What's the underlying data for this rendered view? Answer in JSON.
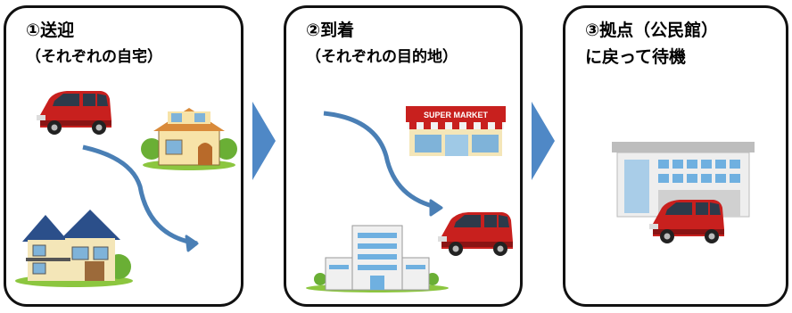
{
  "colors": {
    "arrow": "#4a7fb5",
    "chevron": "#4f88c6",
    "car": "#c8201e",
    "border": "#111111"
  },
  "steps": [
    {
      "title": "①送迎",
      "subtitle": "（それぞれの自宅）",
      "icons": [
        "minivan-icon",
        "house-icon",
        "house-icon",
        "curved-arrow-icon"
      ]
    },
    {
      "title": "②到着",
      "subtitle": "（それぞれの目的地）",
      "supermarket_sign": "SUPER MARKET",
      "icons": [
        "supermarket-icon",
        "hospital-icon",
        "minivan-icon",
        "curved-arrow-icon"
      ]
    },
    {
      "title": "③拠点（公民館）",
      "subtitle": "に戻って待機",
      "icons": [
        "community-center-icon",
        "minivan-icon"
      ]
    }
  ]
}
